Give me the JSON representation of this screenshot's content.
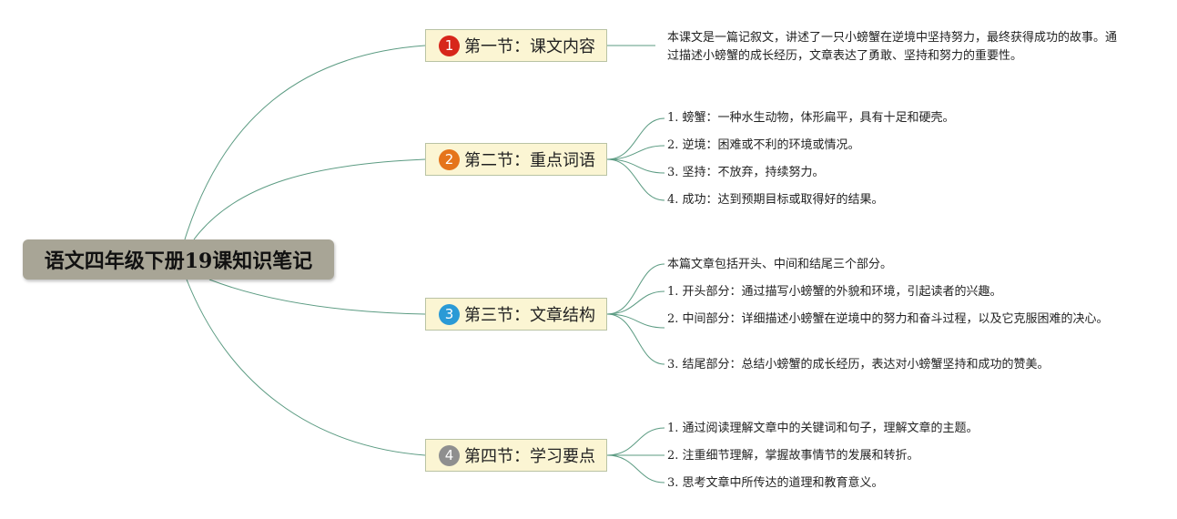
{
  "root": {
    "title": "语文四年级下册19课知识笔记"
  },
  "sections": [
    {
      "number": "1",
      "title": "第一节：课文内容",
      "color": "#d7261b",
      "items": [
        "本课文是一篇记叙文，讲述了一只小螃蟹在逆境中坚持努力，最终获得成功的故事。通过描述小螃蟹的成长经历，文章表达了勇敢、坚持和努力的重要性。"
      ]
    },
    {
      "number": "2",
      "title": "第二节：重点词语",
      "color": "#e5741b",
      "items": [
        "1. 螃蟹：一种水生动物，体形扁平，具有十足和硬壳。",
        "2. 逆境：困难或不利的环境或情况。",
        "3. 坚持：不放弃，持续努力。",
        "4. 成功：达到预期目标或取得好的结果。"
      ]
    },
    {
      "number": "3",
      "title": "第三节：文章结构",
      "color": "#2a9ad6",
      "items": [
        "本篇文章包括开头、中间和结尾三个部分。",
        "1. 开头部分：通过描写小螃蟹的外貌和环境，引起读者的兴趣。",
        "2. 中间部分：详细描述小螃蟹在逆境中的努力和奋斗过程，以及它克服困难的决心。",
        "3. 结尾部分：总结小螃蟹的成长经历，表达对小螃蟹坚持和成功的赞美。"
      ]
    },
    {
      "number": "4",
      "title": "第四节：学习要点",
      "color": "#8f8f8f",
      "items": [
        "1. 通过阅读理解文章中的关键词和句子，理解文章的主题。",
        "2. 注重细节理解，掌握故事情节的发展和转折。",
        "3. 思考文章中所传达的道理和教育意义。"
      ]
    }
  ],
  "colors": {
    "line": "#5b9b82",
    "root_fill": "#a8a596",
    "section_fill": "#fbf5d3"
  }
}
